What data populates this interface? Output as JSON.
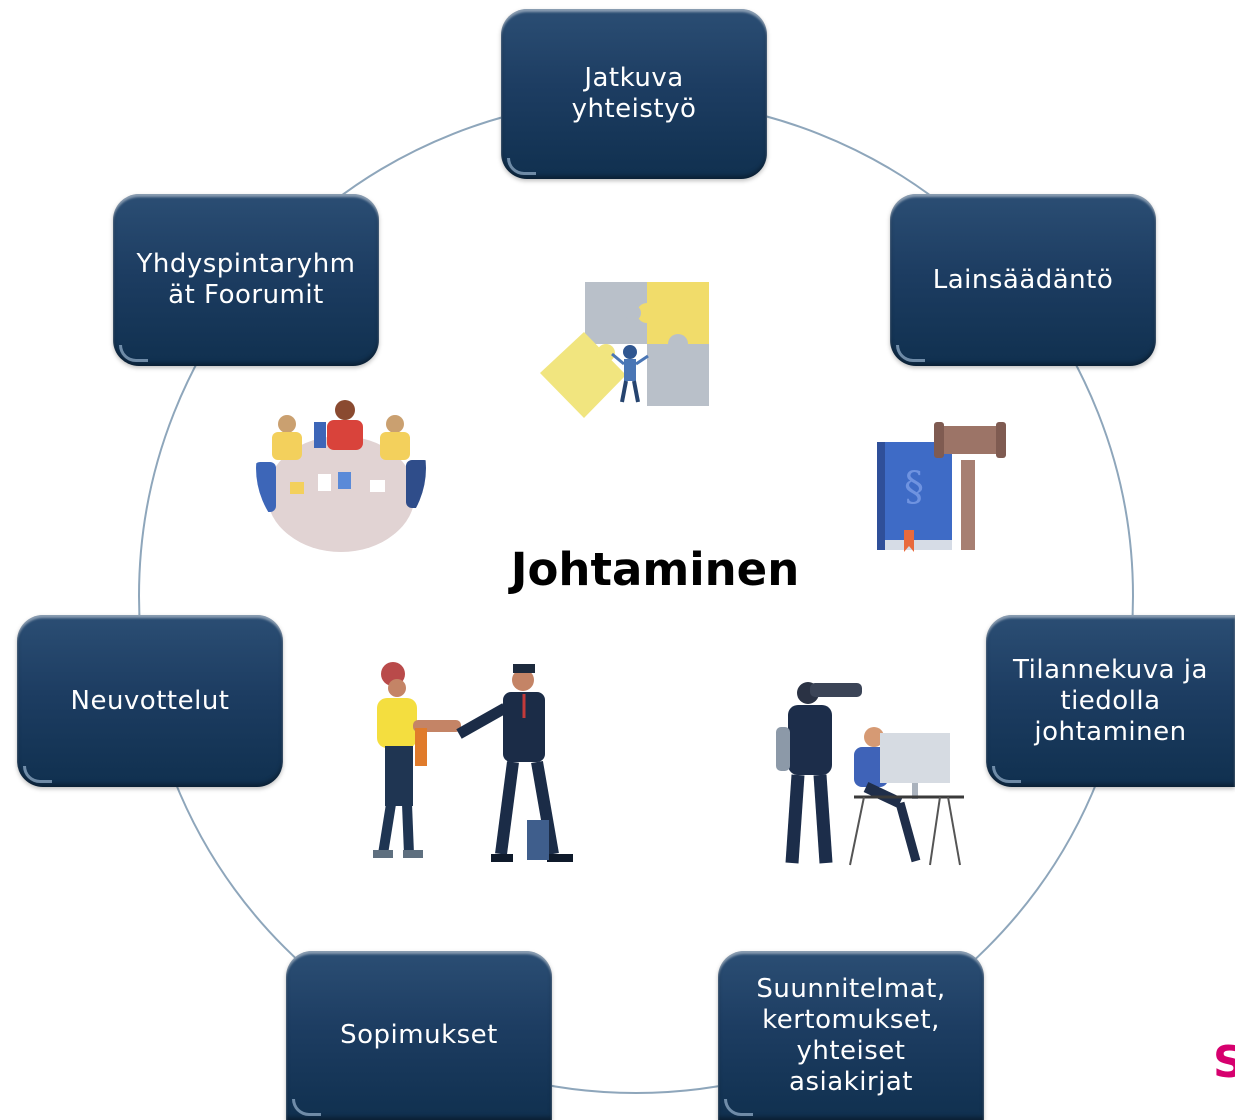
{
  "diagram": {
    "center_label": "Johtaminen",
    "nodes": {
      "top": "Jatkuva\nyhteistyö",
      "top_right": "Lainsäädäntö",
      "top_left": "Yhdyspintaryhm\nät Foorumit",
      "right": "Tilannekuva ja\ntiedolla\njohtaminen",
      "left": "Neuvottelut",
      "bottom_left": "Sopimukset",
      "bottom_right": "Suunnitelmat,\nkertomukset,\nyhteiset\nasiakirjat"
    },
    "illustrations": [
      "puzzle-illustration",
      "meeting-table-illustration",
      "law-book-gavel-illustration",
      "handshake-illustration",
      "situational-awareness-illustration"
    ]
  },
  "colors": {
    "node_fill": "#1d3d62",
    "node_text": "#ffffff",
    "ring": "#8ea6bb",
    "center_text": "#000000",
    "logo": "#d6006e"
  },
  "logo": {
    "text": "S"
  }
}
